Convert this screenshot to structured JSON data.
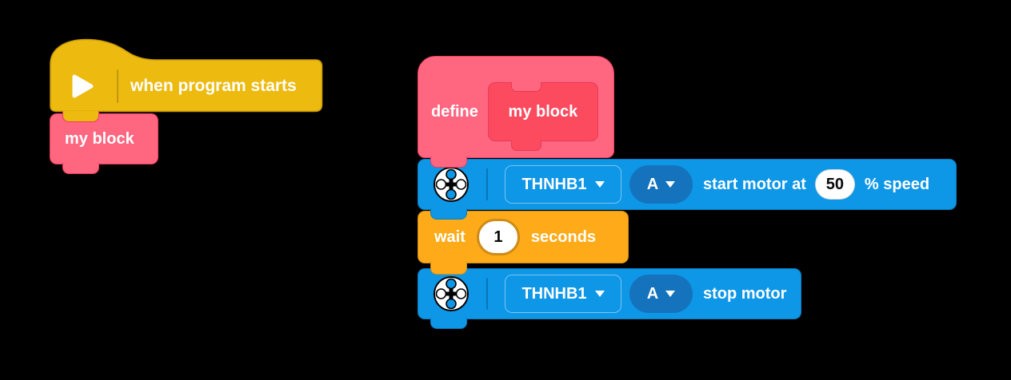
{
  "workspace": {
    "background": "#000000"
  },
  "left_script": {
    "hat_block": {
      "label": "when program starts",
      "icon": "play-icon"
    },
    "call_block": {
      "label": "my block"
    }
  },
  "right_script": {
    "define_block": {
      "keyword": "define",
      "prototype_label": "my block"
    },
    "start_motor_block": {
      "device_dropdown": "THNHB1",
      "port_dropdown": "A",
      "label_start": "start motor at",
      "speed_value": "50",
      "label_end": "% speed"
    },
    "wait_block": {
      "label_start": "wait",
      "duration_value": "1",
      "label_end": "seconds"
    },
    "stop_motor_block": {
      "device_dropdown": "THNHB1",
      "port_dropdown": "A",
      "label": "stop motor"
    }
  },
  "colors": {
    "events_yellow": "#EDBA10",
    "events_yellow_border": "#C8990B",
    "myblocks_pink": "#FF6680",
    "myblocks_pink_dark": "#FC4B5F",
    "myblocks_pink_border": "#ED3D60",
    "motor_blue": "#0E96E7",
    "motor_blue_border": "#0B7CC1",
    "motor_blue_dark_pill": "#1473BC",
    "control_orange": "#FFAB19",
    "control_orange_border": "#CF8B17",
    "value_text": "#0a0a0a"
  }
}
